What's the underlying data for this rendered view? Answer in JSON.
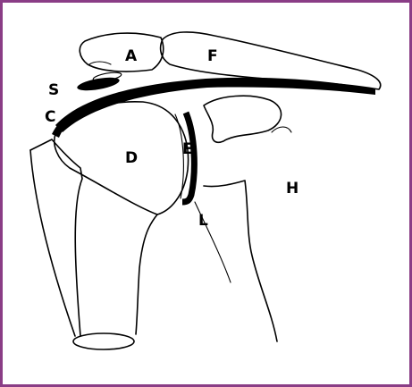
{
  "colors": {
    "border": "#8a3d86",
    "ink": "#000000",
    "background": "#ffffff"
  },
  "labels": {
    "A": "A",
    "F": "F",
    "S": "S",
    "C": "C",
    "D": "D",
    "E": "E",
    "H": "H",
    "L": "L"
  }
}
